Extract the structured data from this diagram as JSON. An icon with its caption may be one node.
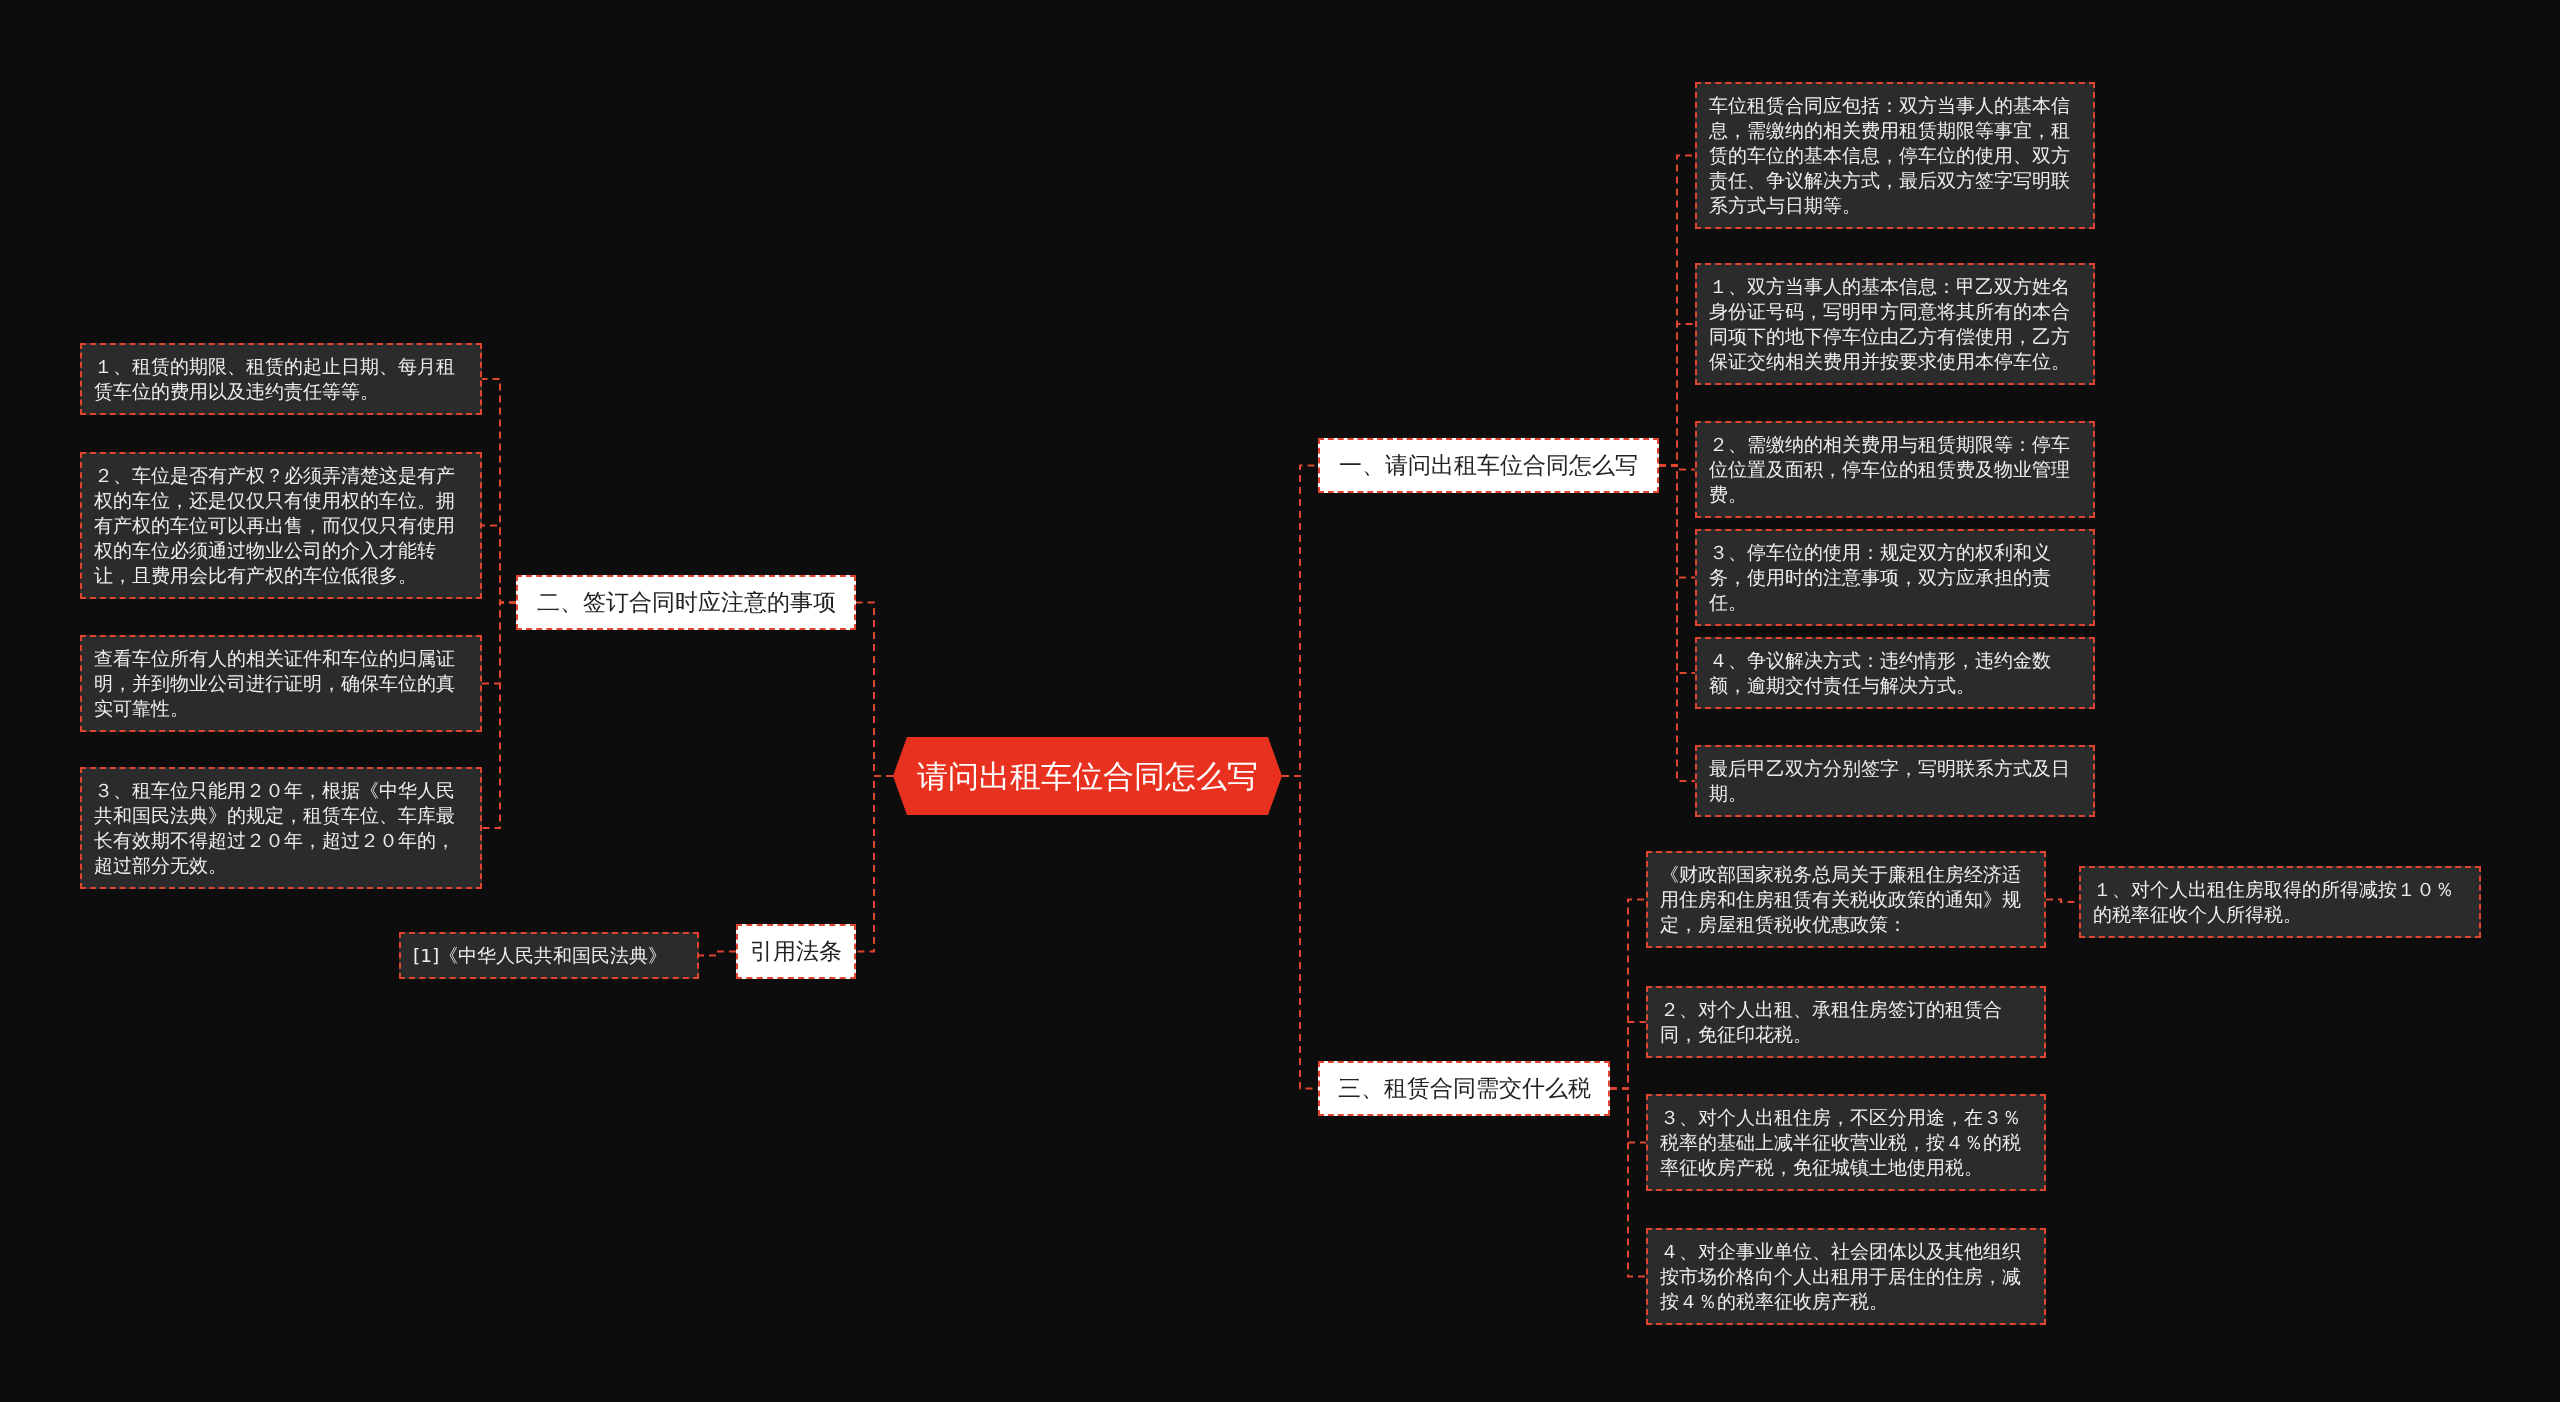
{
  "diagram": {
    "nodes": [
      {
        "text": [
          "请问出租车位合同怎么写"
        ]
      },
      {
        "text": [
          "一、请问出租车位合同怎么写"
        ]
      },
      {
        "text": [
          "车位租赁合同应包括：双方当事人的基本信息，需缴纳的相关费用租赁期限等事宜，租赁的车位的基本信息，停车位的使用、双方责任、争议解决方式，最后双方签字写明联系方式与日期等。"
        ]
      },
      {
        "text": [
          "１、双方当事人的基本信息：甲乙双方姓名身份证号码，写明甲方同意将其所有的本合同项下的地下停车位由乙方有偿使用，乙方保证交纳相关费用并按要求使用本停车位。"
        ]
      },
      {
        "text": [
          "２、需缴纳的相关费用与租赁期限等：停车位位置及面积，停车位的租赁费及物业管理费。"
        ]
      },
      {
        "text": [
          "３、停车位的使用：规定双方的权利和义务，使用时的注意事项，双方应承担的责任。"
        ]
      },
      {
        "text": [
          "４、争议解决方式：违约情形，违约金数额，逾期交付责任与解决方式。"
        ]
      },
      {
        "text": [
          "最后甲乙双方分别签字，写明联系方式及日期。"
        ]
      },
      {
        "text": [
          "三、租赁合同需交什么税"
        ]
      },
      {
        "text": [
          "《财政部国家税务总局关于廉租住房经济适用住房和住房租赁有关税收政策的通知》规定，房屋租赁税收优惠政策："
        ]
      },
      {
        "text": [
          "１、对个人出租住房取得的所得减按１０％的税率征收个人所得税。"
        ]
      },
      {
        "text": [
          "２、对个人出租、承租住房签订的租赁合同，免征印花税。"
        ]
      },
      {
        "text": [
          "３、对个人出租住房，不区分用途，在３％税率的基础上减半征收营业税，按４％的税率征收房产税，免征城镇土地使用税。"
        ]
      },
      {
        "text": [
          "４、对企事业单位、社会团体以及其他组织按市场价格向个人出租用于居住的住房，减按４％的税率征收房产税。"
        ]
      },
      {
        "text": [
          "二、签订合同时应注意的事项"
        ]
      },
      {
        "text": [
          "１、租赁的期限、租赁的起止日期、每月租赁车位的费用以及违约责任等等。"
        ]
      },
      {
        "text": [
          "２、车位是否有产权？必须弄清楚这是有产权的车位，还是仅仅只有使用权的车位。拥有产权的车位可以再出售，而仅仅只有使用权的车位必须通过物业公司的介入才能转让，且费用会比有产权的车位低很多。"
        ]
      },
      {
        "text": [
          "查看车位所有人的相关证件和车位的归属证明，并到物业公司进行证明，确保车位的真实可靠性。"
        ]
      },
      {
        "text": [
          "３、租车位只能用２０年，根据《中华人民共和国民法典》的规定，租赁车位、车库最长有效期不得超过２０年，超过２０年的，超过部分无效。"
        ]
      },
      {
        "text": [
          "引用法条"
        ]
      },
      {
        "text": [
          "[1]《中华人民共和国民法典》"
        ]
      }
    ],
    "edges": [
      {
        "from": 0,
        "to": 1,
        "arrow": "none"
      },
      {
        "from": 1,
        "to": 2,
        "arrow": "none"
      },
      {
        "from": 1,
        "to": 3,
        "arrow": "none"
      },
      {
        "from": 1,
        "to": 4,
        "arrow": "none"
      },
      {
        "from": 1,
        "to": 5,
        "arrow": "none"
      },
      {
        "from": 1,
        "to": 6,
        "arrow": "none"
      },
      {
        "from": 1,
        "to": 7,
        "arrow": "none"
      },
      {
        "from": 0,
        "to": 8,
        "arrow": "none"
      },
      {
        "from": 8,
        "to": 9,
        "arrow": "none"
      },
      {
        "from": 9,
        "to": 10,
        "arrow": "none"
      },
      {
        "from": 8,
        "to": 11,
        "arrow": "none"
      },
      {
        "from": 8,
        "to": 12,
        "arrow": "none"
      },
      {
        "from": 8,
        "to": 13,
        "arrow": "none"
      },
      {
        "from": 0,
        "to": 14,
        "arrow": "none"
      },
      {
        "from": 14,
        "to": 15,
        "arrow": "none"
      },
      {
        "from": 14,
        "to": 16,
        "arrow": "none"
      },
      {
        "from": 14,
        "to": 17,
        "arrow": "none"
      },
      {
        "from": 14,
        "to": 18,
        "arrow": "none"
      },
      {
        "from": 0,
        "to": 19,
        "arrow": "none"
      },
      {
        "from": 19,
        "to": 20,
        "arrow": "none"
      }
    ]
  }
}
